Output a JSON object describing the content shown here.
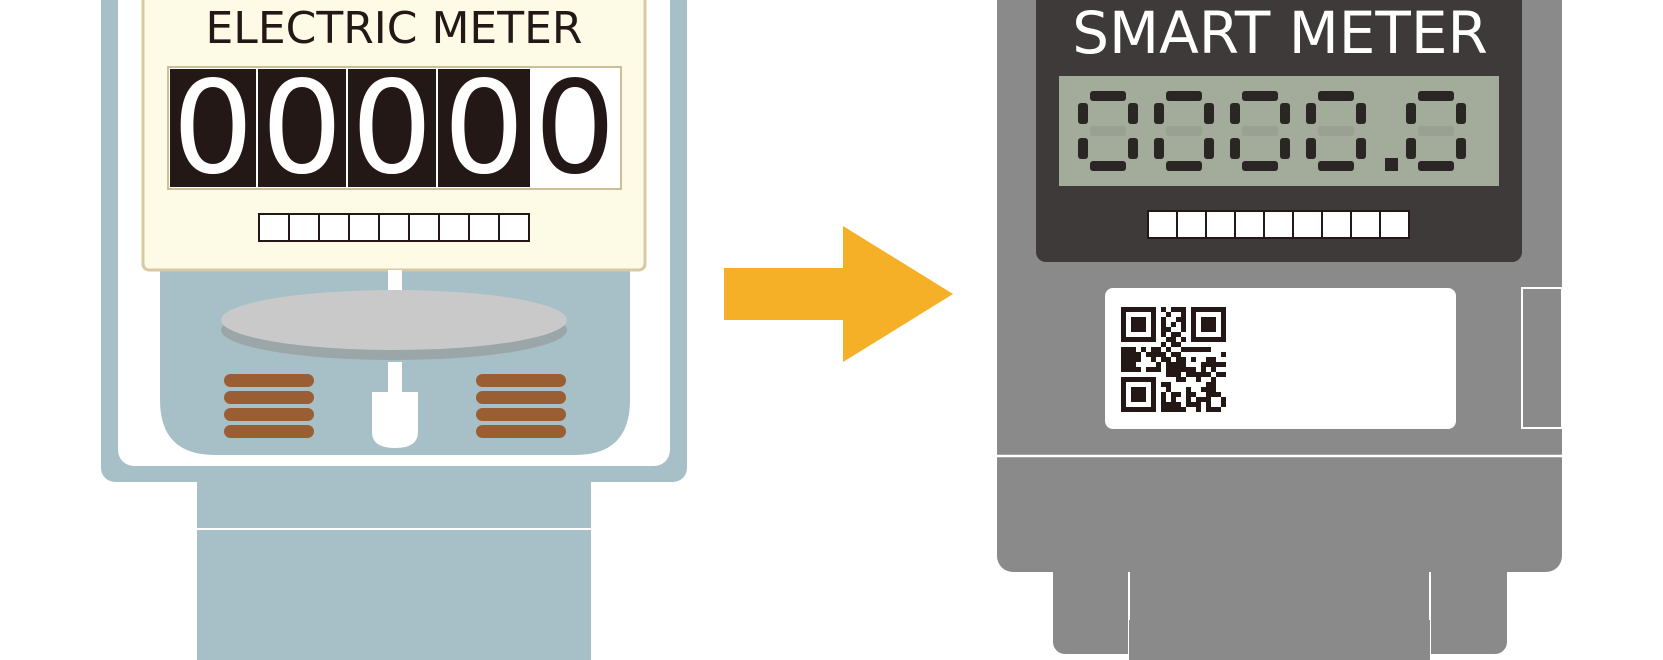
{
  "electric_meter": {
    "label": "ELECTRIC METER",
    "digits": [
      "0",
      "0",
      "0",
      "0",
      "0"
    ],
    "colors": {
      "body": "#a7bfc6",
      "panel": "#fdfbe6",
      "digit_bg": "#231815",
      "disc": "#c9c9c9",
      "coil": "#9a5e34"
    }
  },
  "arrow": {
    "color": "#f5b027"
  },
  "smart_meter": {
    "label": "SMART METER",
    "display": [
      "0",
      "0",
      "0",
      "0",
      ".",
      "0"
    ],
    "colors": {
      "body": "#8a8a8a",
      "panel": "#3e3a39",
      "lcd": "#a3ab9a",
      "lcd_digit": "#2a2624",
      "label_plate": "#ffffff"
    },
    "qr_icon": "qr-code-icon"
  }
}
